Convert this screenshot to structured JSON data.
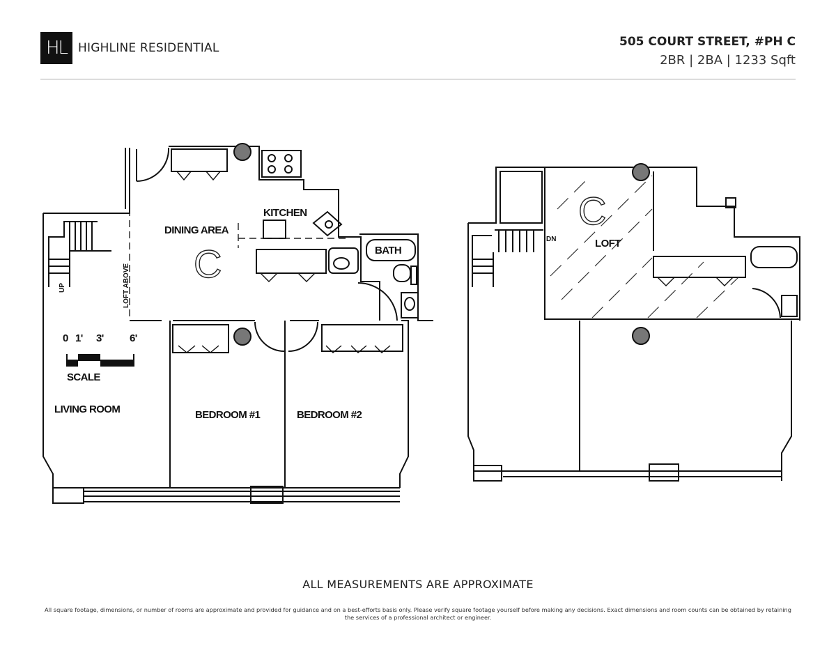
{
  "brand": {
    "logo_mark": "HL",
    "name": "HIGHLINE RESIDENTIAL"
  },
  "listing": {
    "address": "505 COURT STREET, #PH C",
    "specs": "2BR | 2BA | 1233 Sqft"
  },
  "plan": {
    "rooms": {
      "dining": "DINING AREA",
      "kitchen": "KITCHEN",
      "bath": "BATH",
      "living": "LIVING ROOM",
      "bedroom1": "BEDROOM #1",
      "bedroom2": "BEDROOM #2",
      "loft": "LOFT"
    },
    "unit_letter": "C",
    "loft_above": "LOFT ABOVE",
    "stair_up": "UP",
    "stair_down": "DN",
    "scale": {
      "label": "SCALE",
      "ticks": [
        "0",
        "1'",
        "3'",
        "6'"
      ]
    }
  },
  "footer": {
    "approx": "ALL MEASUREMENTS ARE APPROXIMATE",
    "disclaimer": "All square footage, dimensions, or number of rooms are approximate and provided for guidance and on a best-efforts basis only. Please verify square footage yourself before making any decisions. Exact dimensions and room counts can be obtained by retaining the services of a professional architect or engineer."
  }
}
